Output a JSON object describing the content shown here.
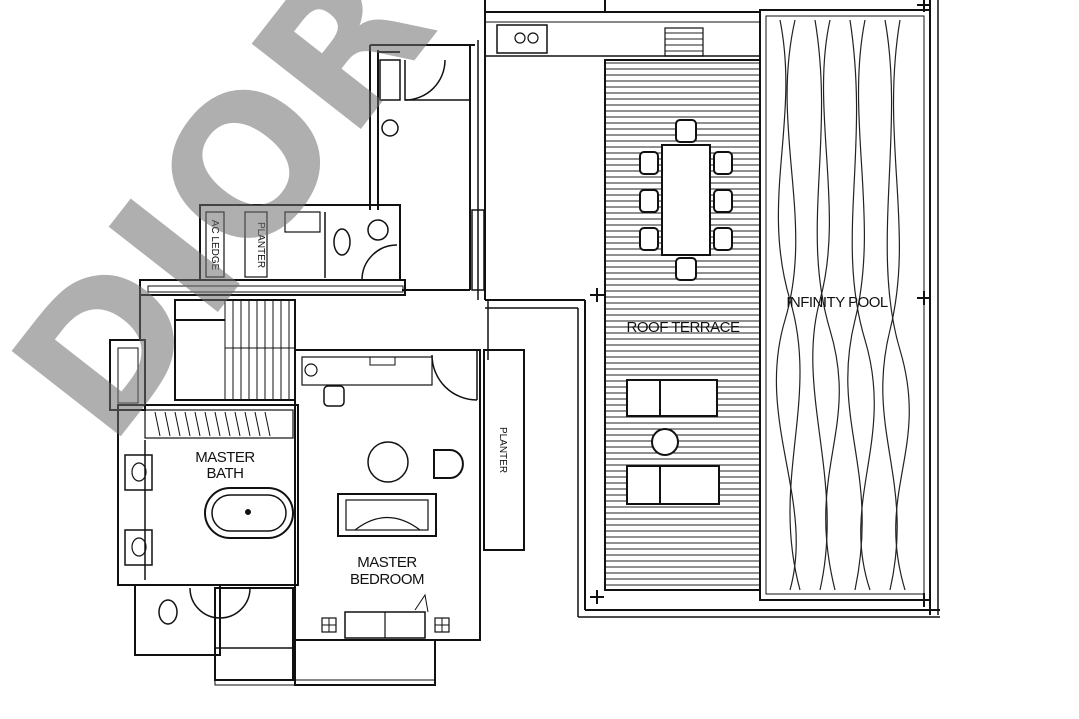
{
  "labels": {
    "master_bath_line1": "MASTER",
    "master_bath_line2": "BATH",
    "master_bedroom_line1": "MASTER",
    "master_bedroom_line2": "BEDROOM",
    "roof_terrace": "ROOF TERRACE",
    "infinity_pool": "INFINITY POOL",
    "planter_right": "PLANTER",
    "planter_top": "PLANTER",
    "ac_ledge": "AC LEDGE"
  },
  "watermark": {
    "text": "DIOR",
    "color": "#6e6e6e"
  },
  "colors": {
    "line": "#111111",
    "background": "#ffffff"
  }
}
